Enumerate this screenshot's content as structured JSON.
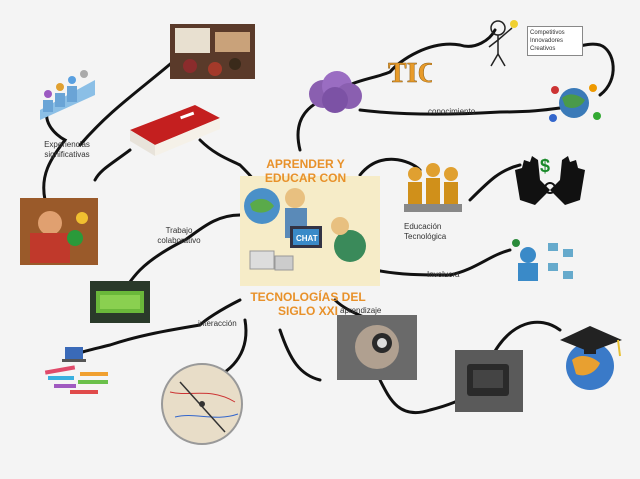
{
  "center": {
    "title_top": "APRENDER Y EDUCAR CON",
    "title_bottom": "TECNOLOGÍAS DEL SIGLO XXI",
    "screen_text": "CHAT"
  },
  "nodes": {
    "tic_logo": "TIC",
    "experiencias": "Experiencias significativas",
    "conocimiento": "conocimiento",
    "competencias": "Competitivos Innovadores Creativos",
    "educacion_tecnologica": "Educación Tecnológica",
    "trabajo_colaborativo": "Trabajo colaborativo",
    "interaccion": "interacción",
    "aprendizaje": "aprendizaje",
    "involucra": "Involucra"
  }
}
